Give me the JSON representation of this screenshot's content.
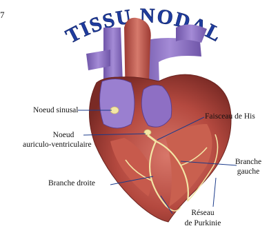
{
  "figure": {
    "number": "7",
    "title": "TISSU NODAL"
  },
  "labels": {
    "noeud_sinusal": "Noeud sinusal",
    "noeud_av_line1": "Noeud",
    "noeud_av_line2": "auriculo-ventriculaire",
    "faisceau_his": "Faisceau de His",
    "branche_gauche_line1": "Branche",
    "branche_gauche_line2": "gauche",
    "branche_droite": "Branche droite",
    "purkinje_line1": "Réseau",
    "purkinje_line2": "de Purkinie"
  },
  "colors": {
    "title": "#1f3c9e",
    "myocardium": "#b4493f",
    "vessels": "#8e6fc4",
    "conduction": "#f3e6a6",
    "leader": "#1a3a8a"
  }
}
